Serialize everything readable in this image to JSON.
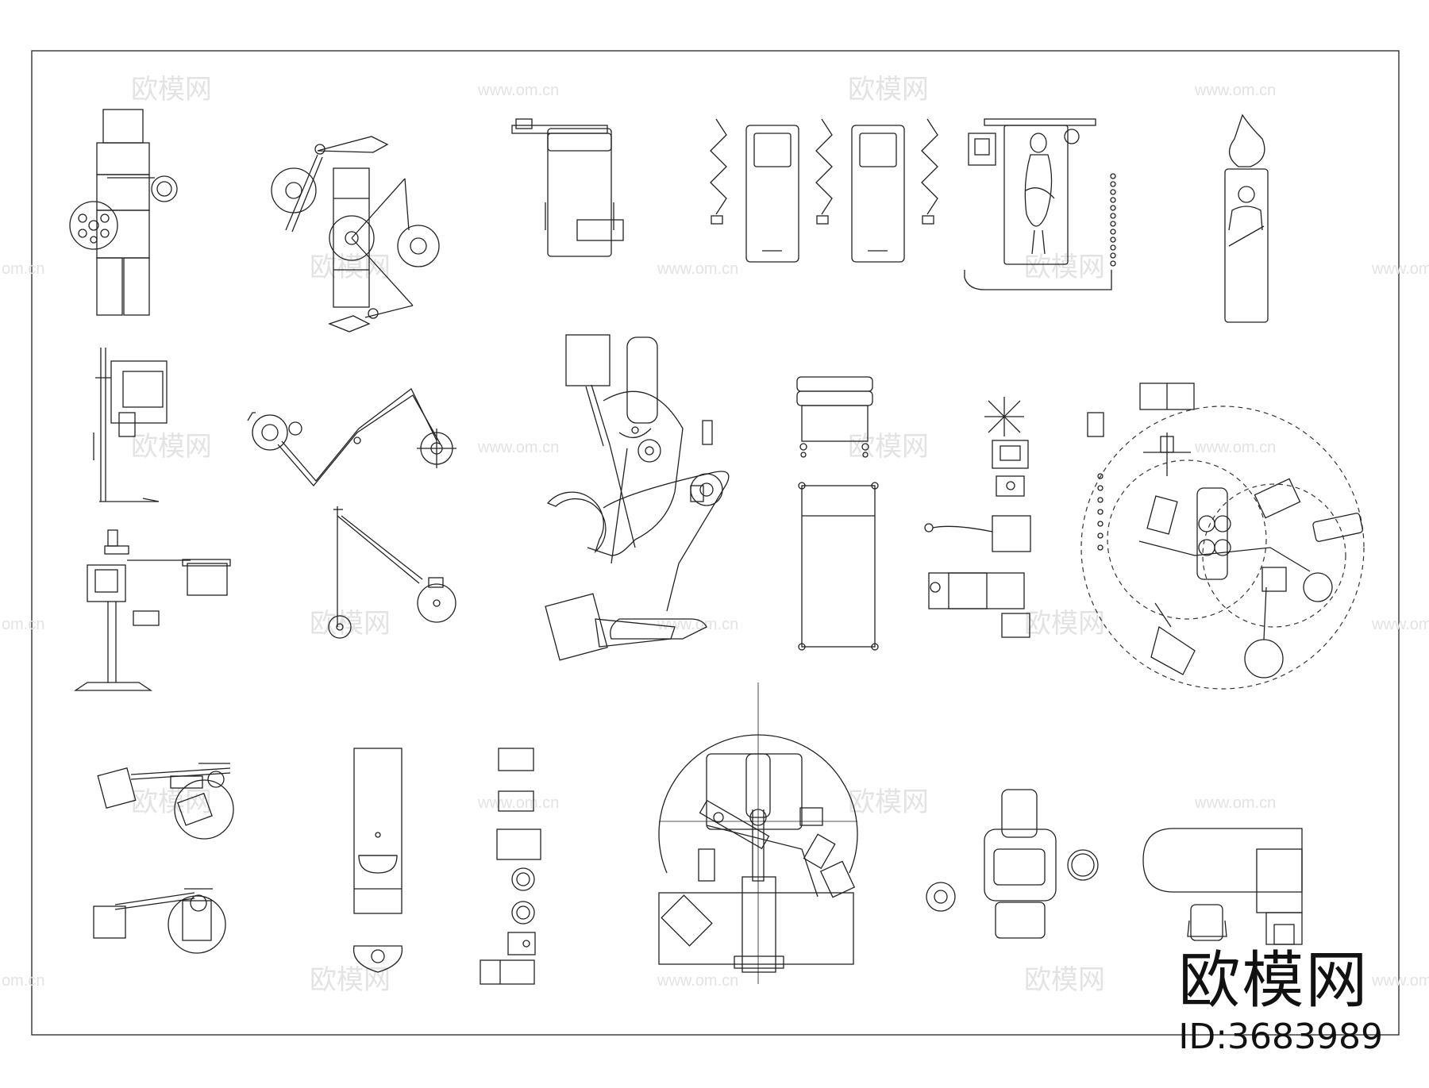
{
  "watermark": {
    "cn": "欧模网",
    "url": "www.om.cn",
    "url_partial": "om.cn"
  },
  "brand": {
    "logo_text": "欧模网",
    "id_text": "ID:3683989"
  },
  "colors": {
    "line": "#222222",
    "watermark": "#e3e3e3",
    "background": "#ffffff"
  }
}
